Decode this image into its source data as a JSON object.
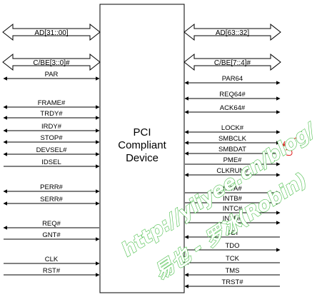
{
  "device": {
    "lines": [
      "PCI",
      "Compliant",
      "Device"
    ]
  },
  "left_signals": [
    {
      "label": "AD[31::00]",
      "kind": "bus"
    },
    {
      "label": "C/BE[3::0]#",
      "kind": "bus"
    },
    {
      "label": "PAR",
      "kind": "bi"
    },
    {
      "label": "FRAME#",
      "kind": "bi"
    },
    {
      "label": "TRDY#",
      "kind": "bi"
    },
    {
      "label": "IRDY#",
      "kind": "bi"
    },
    {
      "label": "STOP#",
      "kind": "bi"
    },
    {
      "label": "DEVSEL#",
      "kind": "bi"
    },
    {
      "label": "IDSEL",
      "kind": "in"
    },
    {
      "label": "PERR#",
      "kind": "bi"
    },
    {
      "label": "SERR#",
      "kind": "bi"
    },
    {
      "label": "REQ#",
      "kind": "out"
    },
    {
      "label": "GNT#",
      "kind": "in"
    },
    {
      "label": "CLK",
      "kind": "in"
    },
    {
      "label": "RST#",
      "kind": "in"
    }
  ],
  "right_signals": [
    {
      "label": "AD[63::32]",
      "kind": "bus"
    },
    {
      "label": "C/BE[7::4]#",
      "kind": "bus"
    },
    {
      "label": "PAR64",
      "kind": "bi"
    },
    {
      "label": "REQ64#",
      "kind": "bi"
    },
    {
      "label": "ACK64#",
      "kind": "bi"
    },
    {
      "label": "LOCK#",
      "kind": "bi"
    },
    {
      "label": "SMBCLK",
      "kind": "bi"
    },
    {
      "label": "SMBDAT",
      "kind": "bi"
    },
    {
      "label": "PME#",
      "kind": "out"
    },
    {
      "label": "CLKRUN#",
      "kind": "bi"
    },
    {
      "label": "INTA#",
      "kind": "out"
    },
    {
      "label": "INTB#",
      "kind": "out"
    },
    {
      "label": "INTC#",
      "kind": "out"
    },
    {
      "label": "INTD#",
      "kind": "out"
    },
    {
      "label": "TDI",
      "kind": "in"
    },
    {
      "label": "TDO",
      "kind": "out"
    },
    {
      "label": "TCK",
      "kind": "in"
    },
    {
      "label": "TMS",
      "kind": "in"
    },
    {
      "label": "TRST#",
      "kind": "in"
    }
  ],
  "watermark": {
    "url": "http://yiiyee.cn/blog/",
    "author": "易也 - 罗冰(Robin)",
    "color": "#4cbf4c"
  },
  "annotation_color": "#e02020"
}
